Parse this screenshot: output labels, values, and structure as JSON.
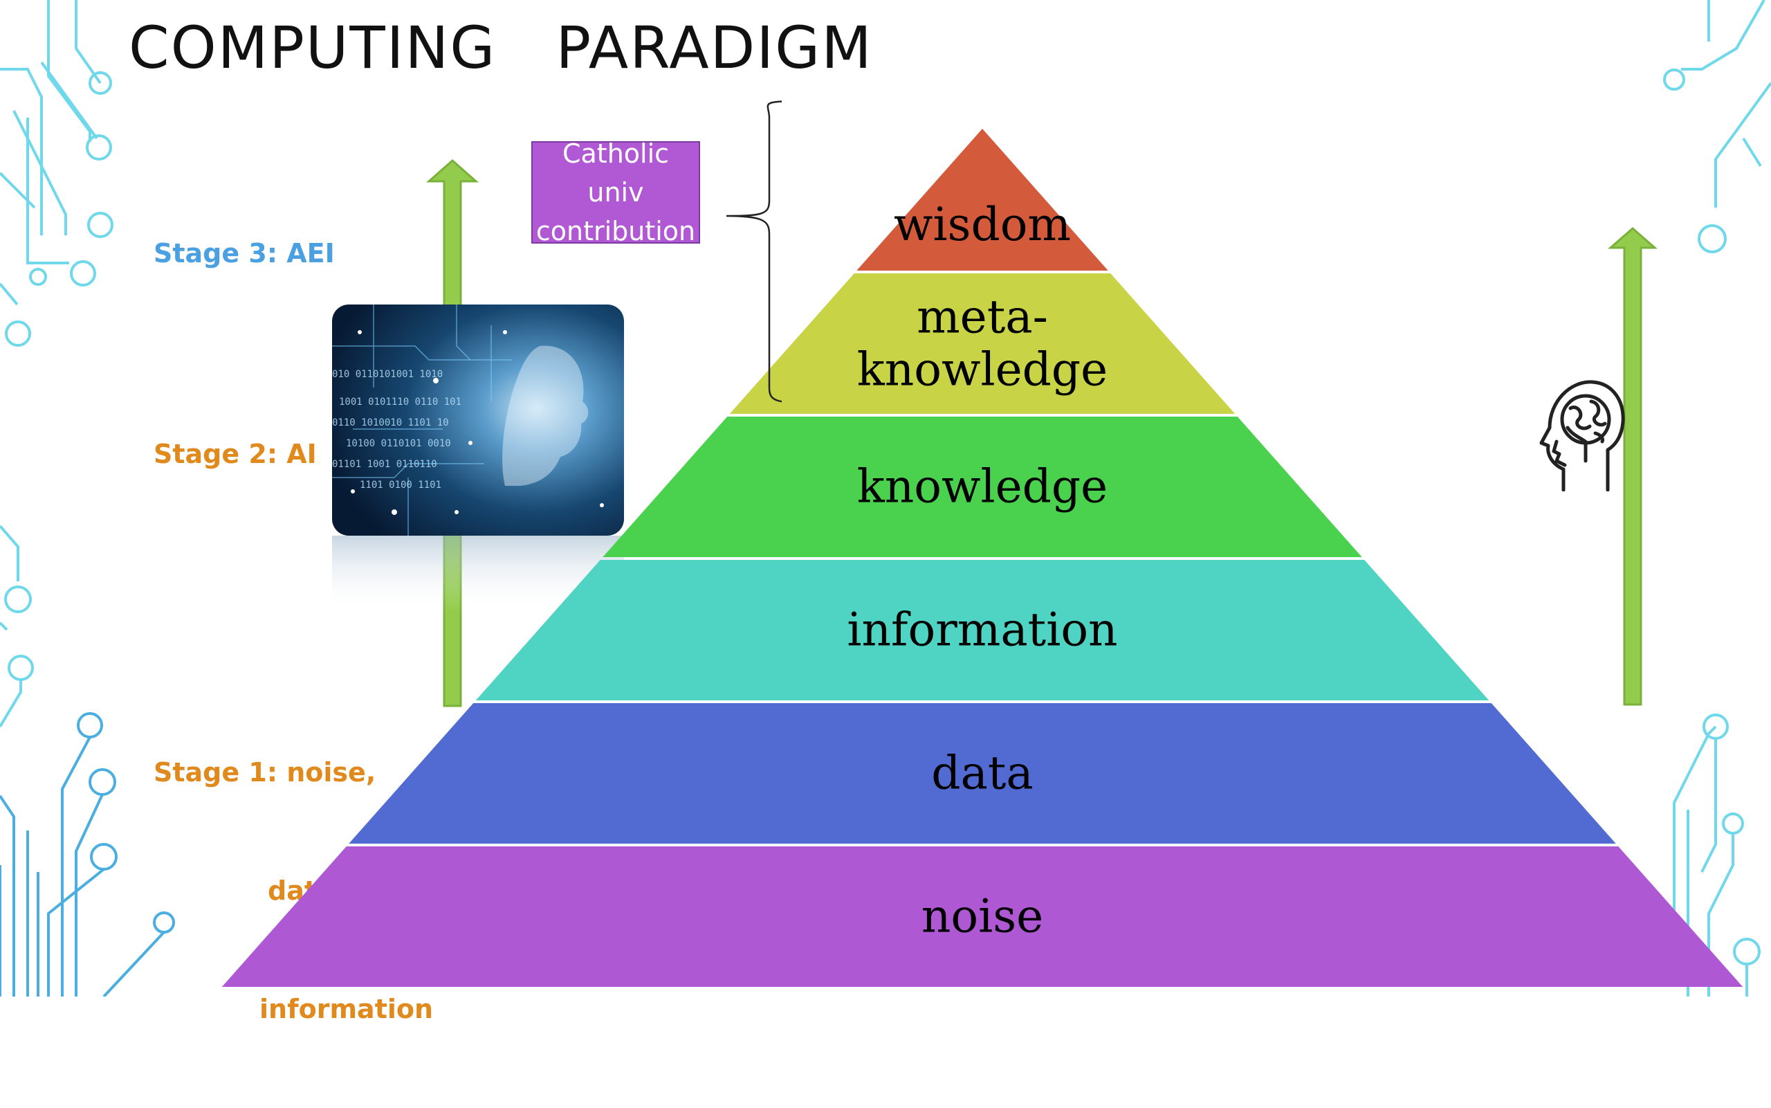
{
  "title": "COMPUTING   PARADIGM",
  "stages": {
    "stage3": "Stage 3: AEI",
    "stage2": "Stage 2: AI",
    "stage1_line1": "Stage 1: noise,",
    "stage1_line2": "data,",
    "stage1_line3": "information"
  },
  "callout": {
    "line1": "Catholic univ",
    "line2": "contribution"
  },
  "pyramid": {
    "levels": [
      {
        "label": "wisdom",
        "color": "#d45a3c"
      },
      {
        "label": "meta-\nknowledge",
        "color": "#c8d345"
      },
      {
        "label": "knowledge",
        "color": "#4ad14d"
      },
      {
        "label": "information",
        "color": "#4fd4c4"
      },
      {
        "label": "data",
        "color": "#526bd3"
      },
      {
        "label": "noise",
        "color": "#ae58d3"
      }
    ]
  },
  "colors": {
    "arrow": "#93cc4c",
    "circuit_light": "#6fd8ea",
    "circuit_blue": "#4aaee0",
    "stage3_text": "#4aa0e0",
    "stage_text": "#e08a1e",
    "callout_fill": "#b159d4"
  },
  "icons": {
    "photo": "ai-face-circuit-image",
    "head": "brain-head-icon"
  }
}
